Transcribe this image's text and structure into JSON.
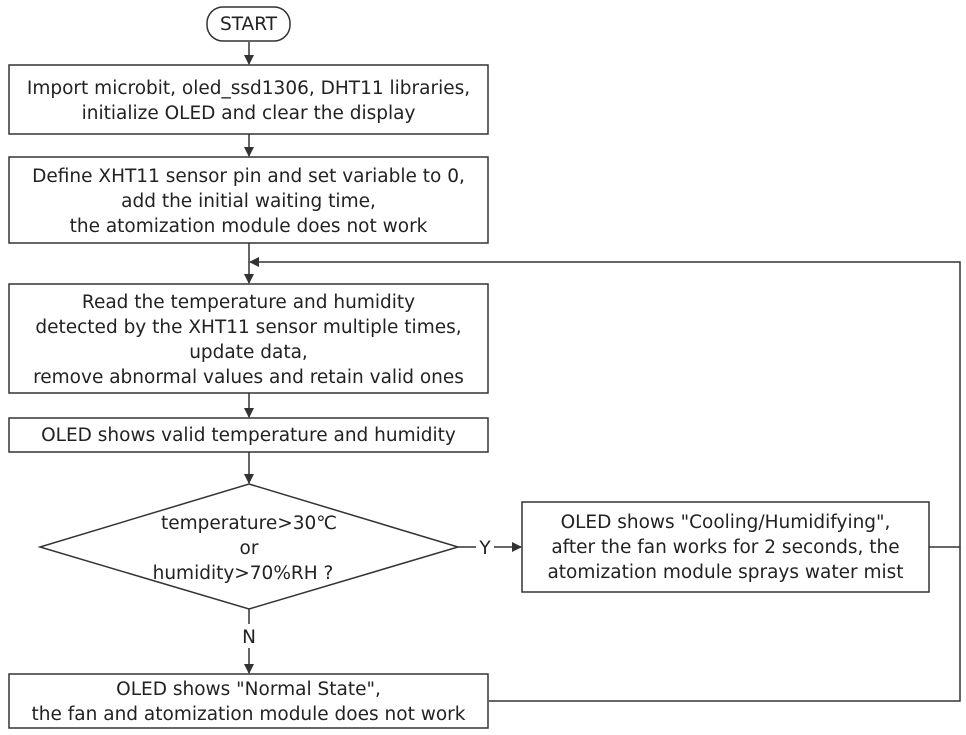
{
  "nodes": {
    "start": {
      "label": "START"
    },
    "import": {
      "lines": [
        "Import microbit, oled_ssd1306, DHT11 libraries,",
        "initialize OLED and clear the display"
      ]
    },
    "define": {
      "lines": [
        "Define XHT11 sensor pin and set variable to 0,",
        "add the initial waiting time,",
        "the atomization module does not work"
      ]
    },
    "read": {
      "lines": [
        "Read the temperature and humidity",
        "detected by the XHT11 sensor multiple times,",
        "update data,",
        "remove abnormal values and retain valid ones"
      ]
    },
    "show": {
      "lines": [
        "OLED shows valid temperature and humidity"
      ]
    },
    "decision": {
      "lines": [
        "temperature>30℃",
        "or",
        "humidity>70%RH ?"
      ]
    },
    "cooling": {
      "lines": [
        "OLED shows \"Cooling/Humidifying\",",
        "after the fan works for 2 seconds, the",
        "atomization module sprays water mist"
      ]
    },
    "normal": {
      "lines": [
        "OLED shows \"Normal State\",",
        "the fan and atomization module does not work"
      ]
    }
  },
  "edges": {
    "yes_label": "Y",
    "no_label": "N"
  }
}
